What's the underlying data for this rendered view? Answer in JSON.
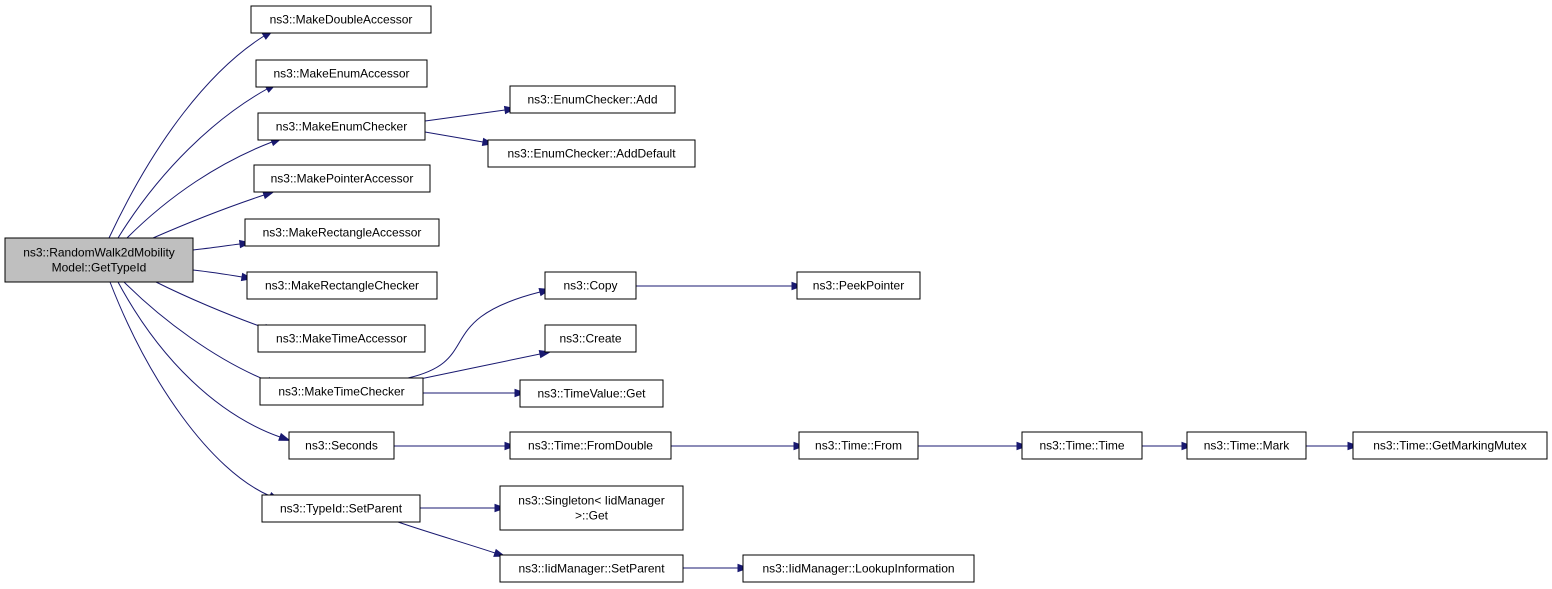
{
  "colors": {
    "edge": "#191970",
    "node_fill": "#ffffff",
    "root_fill": "#bfbfbf",
    "node_stroke": "#000000"
  },
  "nodes": [
    {
      "id": "root",
      "lines": [
        "ns3::RandomWalk2dMobility",
        "Model::GetTypeId"
      ],
      "highlighted": true
    },
    {
      "id": "makeDoubleAccessor",
      "lines": [
        "ns3::MakeDoubleAccessor"
      ]
    },
    {
      "id": "makeEnumAccessor",
      "lines": [
        "ns3::MakeEnumAccessor"
      ]
    },
    {
      "id": "makeEnumChecker",
      "lines": [
        "ns3::MakeEnumChecker"
      ]
    },
    {
      "id": "enumCheckerAdd",
      "lines": [
        "ns3::EnumChecker::Add"
      ]
    },
    {
      "id": "enumCheckerAddDefault",
      "lines": [
        "ns3::EnumChecker::AddDefault"
      ]
    },
    {
      "id": "makePointerAccessor",
      "lines": [
        "ns3::MakePointerAccessor"
      ]
    },
    {
      "id": "makeRectangleAccessor",
      "lines": [
        "ns3::MakeRectangleAccessor"
      ]
    },
    {
      "id": "makeRectangleChecker",
      "lines": [
        "ns3::MakeRectangleChecker"
      ]
    },
    {
      "id": "makeTimeAccessor",
      "lines": [
        "ns3::MakeTimeAccessor"
      ]
    },
    {
      "id": "makeTimeChecker",
      "lines": [
        "ns3::MakeTimeChecker"
      ]
    },
    {
      "id": "copy",
      "lines": [
        "ns3::Copy"
      ]
    },
    {
      "id": "peekPointer",
      "lines": [
        "ns3::PeekPointer"
      ]
    },
    {
      "id": "create",
      "lines": [
        "ns3::Create"
      ]
    },
    {
      "id": "timeValueGet",
      "lines": [
        "ns3::TimeValue::Get"
      ]
    },
    {
      "id": "seconds",
      "lines": [
        "ns3::Seconds"
      ]
    },
    {
      "id": "timeFromDouble",
      "lines": [
        "ns3::Time::FromDouble"
      ]
    },
    {
      "id": "timeFrom",
      "lines": [
        "ns3::Time::From"
      ]
    },
    {
      "id": "timeTime",
      "lines": [
        "ns3::Time::Time"
      ]
    },
    {
      "id": "timeMark",
      "lines": [
        "ns3::Time::Mark"
      ]
    },
    {
      "id": "timeGetMarkingMutex",
      "lines": [
        "ns3::Time::GetMarkingMutex"
      ]
    },
    {
      "id": "typeIdSetParent",
      "lines": [
        "ns3::TypeId::SetParent"
      ]
    },
    {
      "id": "singletonGet",
      "lines": [
        "ns3::Singleton< IidManager",
        ">::Get"
      ]
    },
    {
      "id": "iidManagerSetParent",
      "lines": [
        "ns3::IidManager::SetParent"
      ]
    },
    {
      "id": "iidManagerLookupInformation",
      "lines": [
        "ns3::IidManager::LookupInformation"
      ]
    }
  ],
  "edges": [
    [
      "root",
      "makeDoubleAccessor"
    ],
    [
      "root",
      "makeEnumAccessor"
    ],
    [
      "root",
      "makeEnumChecker"
    ],
    [
      "root",
      "makePointerAccessor"
    ],
    [
      "root",
      "makeRectangleAccessor"
    ],
    [
      "root",
      "makeRectangleChecker"
    ],
    [
      "root",
      "makeTimeAccessor"
    ],
    [
      "root",
      "makeTimeChecker"
    ],
    [
      "root",
      "seconds"
    ],
    [
      "root",
      "typeIdSetParent"
    ],
    [
      "makeEnumChecker",
      "enumCheckerAdd"
    ],
    [
      "makeEnumChecker",
      "enumCheckerAddDefault"
    ],
    [
      "makeTimeChecker",
      "copy"
    ],
    [
      "makeTimeChecker",
      "create"
    ],
    [
      "makeTimeChecker",
      "timeValueGet"
    ],
    [
      "copy",
      "peekPointer"
    ],
    [
      "seconds",
      "timeFromDouble"
    ],
    [
      "timeFromDouble",
      "timeFrom"
    ],
    [
      "timeFrom",
      "timeTime"
    ],
    [
      "timeTime",
      "timeMark"
    ],
    [
      "timeMark",
      "timeGetMarkingMutex"
    ],
    [
      "typeIdSetParent",
      "singletonGet"
    ],
    [
      "typeIdSetParent",
      "iidManagerSetParent"
    ],
    [
      "iidManagerSetParent",
      "iidManagerLookupInformation"
    ]
  ]
}
